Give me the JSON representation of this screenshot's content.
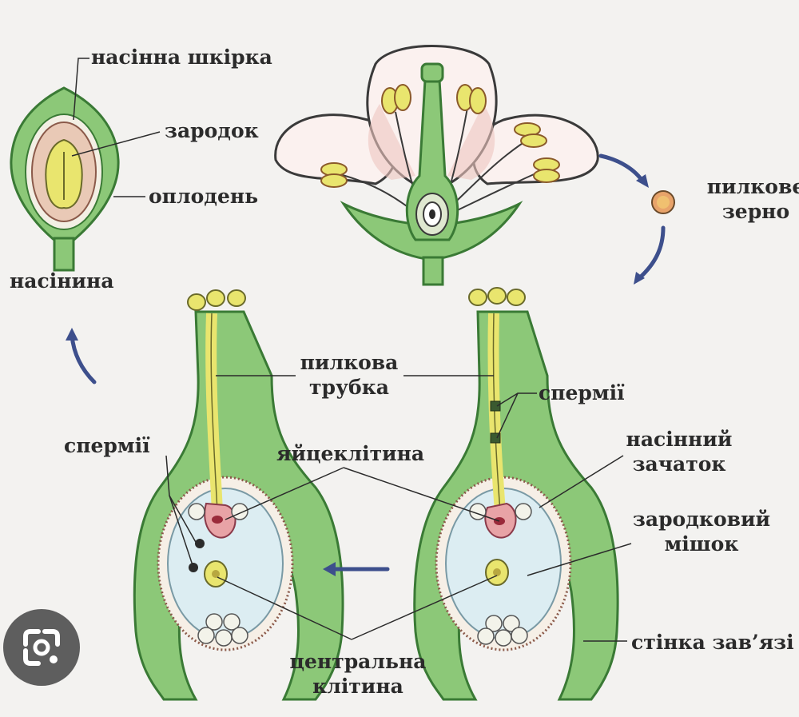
{
  "labels": {
    "seed_coat": "насінна шкірка",
    "embryo": "зародок",
    "pericarp": "оплодень",
    "seed": "насінина",
    "pollen_grain": "пилкове зерно",
    "pollen_tube": "пилкова трубка",
    "sperm_right": "спермії",
    "sperm_left": "спермії",
    "egg_cell": "яйцеклітина",
    "ovule": "насінний зачаток",
    "embryo_sac": "зародковий мішок",
    "ovary_wall": "стінка зав’язі",
    "central_cell": "центральна клітина"
  },
  "colors": {
    "green": "#8cc878",
    "green_dark": "#3a7a35",
    "pink": "#e8a3a6",
    "yellow": "#e9e56e",
    "sac": "#dcedf2",
    "arrow": "#3d4f8c"
  },
  "overlay": {
    "icon": "lens-search-icon"
  }
}
